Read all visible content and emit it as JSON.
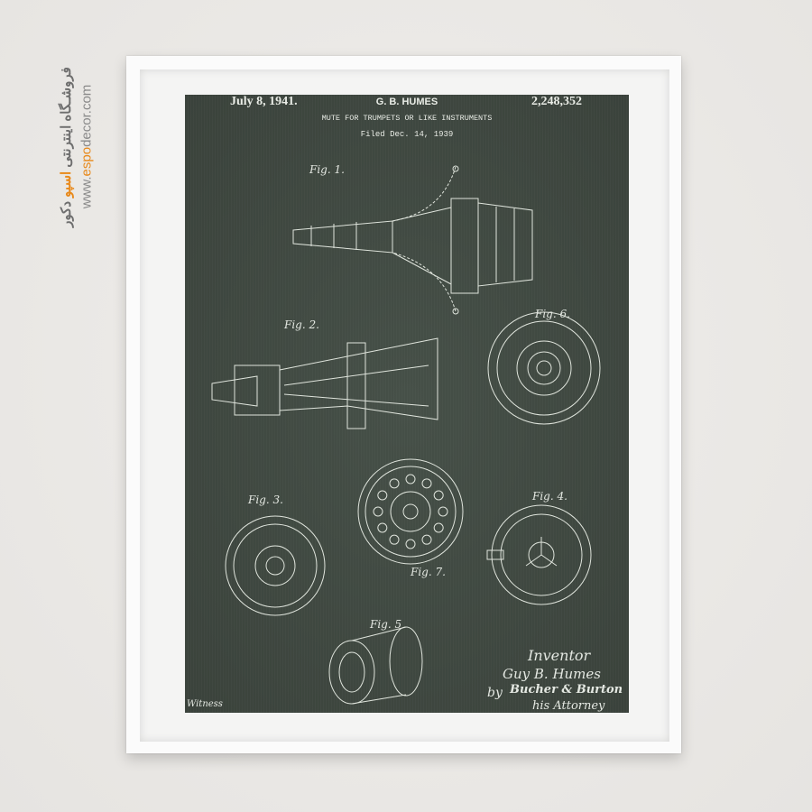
{
  "brand": {
    "name_fa_prefix": "فروشـگاه اینترنتی",
    "name_fa_highlight": "اسپو",
    "name_fa_suffix": "دکور",
    "url_prefix": "www.",
    "url_highlight": "espo",
    "url_suffix": "decor.com",
    "accent": "#e8891a"
  },
  "patent": {
    "date": "July 8, 1941.",
    "inventor_header": "G. B. HUMES",
    "number": "2,248,352",
    "title": "MUTE FOR TRUMPETS OR LIKE INSTRUMENTS",
    "filed": "Filed Dec. 14, 1939",
    "figures": [
      "Fig. 1.",
      "Fig. 2.",
      "Fig. 6.",
      "Fig. 3.",
      "Fig. 7.",
      "Fig. 4.",
      "Fig. 5"
    ],
    "inventor_label": "Inventor",
    "inventor_name": "Guy B. Humes",
    "by": "by",
    "attorney_signature": "Bucher & Burton",
    "attorney_label": "his Attorney",
    "witness": "Witness"
  },
  "colors": {
    "board": "#3f4740",
    "chalk": "#e9ece6",
    "frame": "#fbfbfb"
  }
}
